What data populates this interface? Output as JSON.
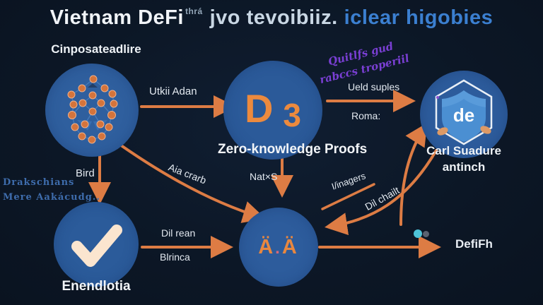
{
  "title": {
    "main": "Vietnam DeFi",
    "superscript": "thrá",
    "middle": "jvo tevoibiiz.",
    "accent": "iclear higobies"
  },
  "nodes": {
    "network": {
      "label": "Cinposateadlire"
    },
    "zkp": {
      "letter": "D",
      "digit": "3",
      "label": "Zero-knowledge Proofs"
    },
    "shield": {
      "badge_text": "de",
      "label_line1": "Carl Suadure",
      "label_line2": "antinch"
    },
    "check": {
      "label": "Enendlotia"
    },
    "alpha": {
      "glyph_left": "Ä",
      "glyph_dot": ".",
      "glyph_right": "Ä"
    }
  },
  "labels": {
    "utkii_adan": "Utkii Adan",
    "ueld_suples": "Ueld suples",
    "roma": "Roma:",
    "script_line1": "Quitlfs gud",
    "script_line2": "rabccs troperiil",
    "bird": "Bird",
    "drak_line1": "Drakschians",
    "drak_line2": "Mere Aakácudg..",
    "aia_crarb": "Aia crarb",
    "nat_s": "Nat×S",
    "ivinagers": "I/inagers",
    "dil_chailt": "Dil chailt",
    "dil_rean": "Dil rean",
    "blrinca": "Blrinca",
    "defifh": "DefiFh"
  },
  "colors": {
    "background": "#0c1726",
    "circle_fill": "#2d5c9c",
    "arrow_orange": "#dd7c44",
    "title_accent_blue": "#3b7fd0",
    "script_purple": "#7a3fd4",
    "checkmark_cream": "#fbe5cf",
    "d3_orange": "#ec8a3e",
    "steel_blue_text": "#3e6cac",
    "cyan_dot": "#4ec3d8",
    "gray_dot": "#5a6270"
  }
}
